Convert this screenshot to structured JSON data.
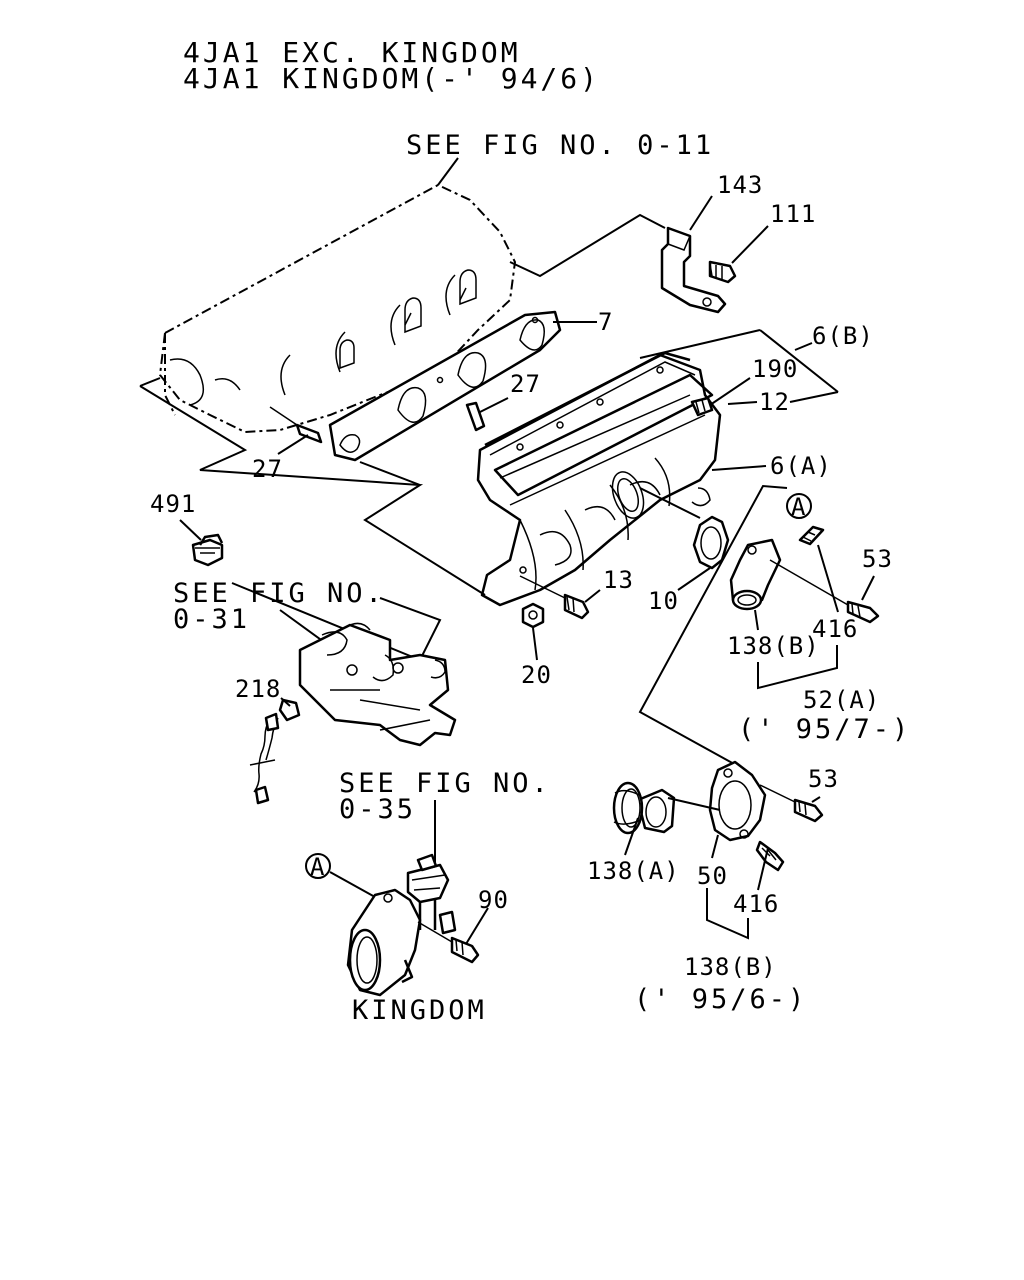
{
  "header": {
    "line1": "4JA1 EXC. KINGDOM",
    "line2": "4JA1 KINGDOM(-' 94/6)"
  },
  "refs": {
    "fig_0_11": "SEE FIG NO. 0-11",
    "fig_0_31_a": "SEE FIG NO.",
    "fig_0_31_b": "0-31",
    "fig_0_35_a": "SEE FIG NO.",
    "fig_0_35_b": "0-35"
  },
  "parts": {
    "p143": "143",
    "p111": "111",
    "p7": "7",
    "p6b": "6(B)",
    "p190": "190",
    "p27a": "27",
    "p27b": "27",
    "p12": "12",
    "p6a": "6(A)",
    "p491": "491",
    "p13": "13",
    "p10": "10",
    "p20": "20",
    "p53a": "53",
    "p416a": "416",
    "p138b_top": "138(B)",
    "p52a": "52(A)",
    "note_95_7": "(' 95/7-)",
    "p218": "218",
    "p53b": "53",
    "p138a": "138(A)",
    "p50": "50",
    "p416b": "416",
    "p138b_bot": "138(B)",
    "note_95_6": "(' 95/6-)",
    "p90": "90"
  },
  "markers": {
    "a1": "A",
    "a2": "A"
  },
  "caption": "KINGDOM"
}
